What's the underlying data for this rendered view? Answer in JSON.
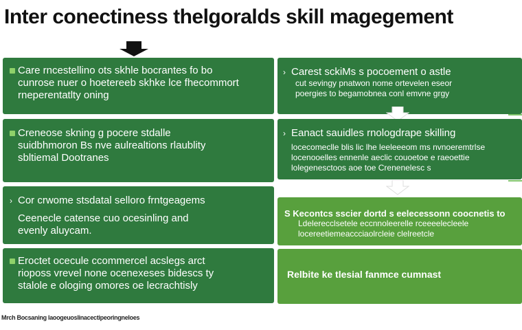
{
  "title": "Inter conectiness thelgoralds skill magegement",
  "left_boxes": [
    {
      "marker": "square",
      "lines": [
        "Care rncestellino ots skhle bocrantes fo bo",
        "cunrose nuer o hoetereeb skhke lce fhecommort",
        "rneperentatlty oning"
      ]
    },
    {
      "marker": "square",
      "lines": [
        "Creneose skning g pocere stdalle",
        "suidbhmoron Bs nve aulrealtions rlaublity",
        "sbltiemal Dootranes"
      ]
    },
    {
      "marker": "chevron",
      "lines": [
        "Cor crwome stsdatal selloro frntgeagems",
        "Ceenecle catense cuo ocesinling and",
        "evenly aluycam."
      ]
    },
    {
      "marker": "square",
      "lines": [
        "Eroctet ocecule ccommercel acslegs arct",
        "rioposs vrevel none ocenexeses  bidescs ty",
        "stalole e ologing omores oe lecrachtisly"
      ]
    }
  ],
  "right_boxes": [
    {
      "marker": "chevron",
      "lines": [
        "Carest sckiMs s pocoement o astle",
        "cut sevingy pnatwon nome ortevelen eseor",
        "poergies to begamobnea conl emvne grgy"
      ]
    },
    {
      "marker": "chevron",
      "heading": "Eanact sauidles rnologdrape skilling",
      "lines": [
        "locecomeclle blis lic lhe leeleeeom ms nvnoeremtrlse",
        "locenooelles ennenle aeclic couoetoe e raeoettie",
        "lolegenesctoos aoe toe Crenenelesc s"
      ]
    },
    {
      "marker": "chevron",
      "heading": "S Kecontcs sscier dortd s eelecessonn coocnetis to",
      "lines": [
        "Ldelerecclsetele eccnnoleerelle rceeeelecleele",
        "locereetiemeaccciaolrcleie clelreetcle"
      ]
    },
    {
      "heading": "Relbite ke tlesial fanmce cumnast",
      "lines": []
    }
  ],
  "footer": "Mrch Bocsaning laoogeuoslinacectipeoringneloes",
  "colors": {
    "dark_green": "#2f7a3e",
    "light_green": "#58a03d",
    "arrow_fill": "#ffffff",
    "top_arrow": "#111111"
  }
}
